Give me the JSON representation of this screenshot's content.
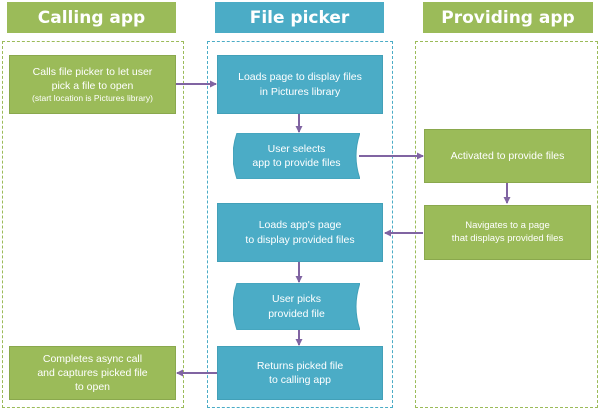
{
  "lanes": {
    "calling": {
      "title": "Calling app"
    },
    "picker": {
      "title": "File picker"
    },
    "providing": {
      "title": "Providing app"
    }
  },
  "nodes": {
    "calls_picker": {
      "text": "Calls file picker to let user\npick a file to open",
      "note": "(start location is Pictures library)"
    },
    "loads_pictures": {
      "text": "Loads page to display files\nin Pictures library"
    },
    "user_selects_app": {
      "text": "User selects\napp to provide files"
    },
    "activated": {
      "text": "Activated to provide files"
    },
    "navigates": {
      "text": "Navigates to a page\nthat displays provided files"
    },
    "loads_app_page": {
      "text": "Loads app's page\nto display provided files"
    },
    "user_picks": {
      "text": "User picks\nprovided file"
    },
    "returns_file": {
      "text": "Returns picked file\nto calling app"
    },
    "completes": {
      "text": "Completes async call\nand captures picked file\nto open"
    }
  },
  "colors": {
    "calling_lane": "#9bbb59",
    "picker_lane": "#4bacc6",
    "providing_lane": "#9bbb59",
    "arrow": "#8064a2",
    "node_text": "#ffffff"
  }
}
